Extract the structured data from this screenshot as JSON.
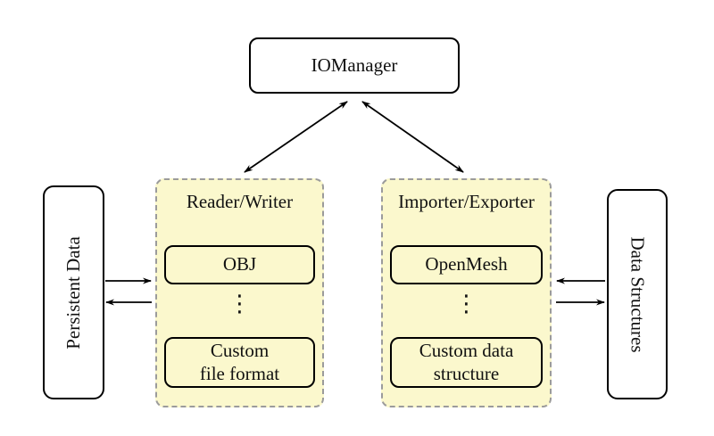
{
  "diagram": {
    "io_manager": {
      "label": "IOManager"
    },
    "reader_writer_group": {
      "title": "Reader/Writer",
      "items": [
        "OBJ",
        "Custom\nfile format"
      ],
      "ellipsis": "⋮"
    },
    "importer_exporter_group": {
      "title": "Importer/Exporter",
      "items": [
        "OpenMesh",
        "Custom data\nstructure"
      ],
      "ellipsis": "⋮"
    },
    "persistent_data": {
      "label": "Persistent Data"
    },
    "data_structures": {
      "label": "Data Structures"
    },
    "colors": {
      "background": "#FFFFFF",
      "group_fill": "#FBF8CD",
      "group_border": "#9B9B9B",
      "node_border": "#000000",
      "arrow": "#000000"
    }
  }
}
